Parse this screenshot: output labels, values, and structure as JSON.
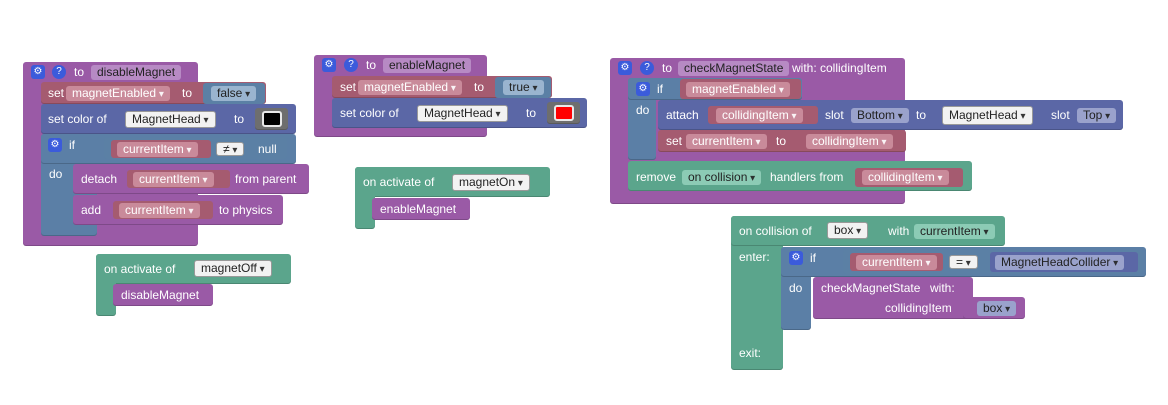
{
  "disable": {
    "header_to": "to",
    "name": "disableMagnet",
    "set1_set": "set",
    "set1_var": "magnetEnabled",
    "set1_to": "to",
    "set1_val": "false",
    "color_label": "set color of",
    "color_obj": "MagnetHead",
    "color_to": "to",
    "color_val": "#000000",
    "if_label": "if",
    "if_var": "currentItem",
    "if_op": "≠",
    "if_val": "null",
    "do_label": "do",
    "detach_label": "detach",
    "detach_var": "currentItem",
    "detach_suffix": "from parent",
    "add_label": "add",
    "add_var": "currentItem",
    "add_suffix": "to physics"
  },
  "enable": {
    "header_to": "to",
    "name": "enableMagnet",
    "set_label": "set",
    "set_var": "magnetEnabled",
    "set_to": "to",
    "set_val": "true",
    "color_label": "set color of",
    "color_obj": "MagnetHead",
    "color_to": "to",
    "color_val": "#ff0000"
  },
  "activate_on": {
    "label": "on activate of",
    "obj": "magnetOn",
    "call": "enableMagnet"
  },
  "activate_off": {
    "label": "on activate of",
    "obj": "magnetOff",
    "call": "disableMagnet"
  },
  "check": {
    "header_to": "to",
    "name": "checkMagnetState",
    "with_label": "with: collidingItem",
    "if_label": "if",
    "if_var": "magnetEnabled",
    "do_label": "do",
    "attach_label": "attach",
    "attach_var": "collidingItem",
    "slot_label": "slot",
    "slot_val": "Bottom",
    "to_label": "to",
    "target_obj": "MagnetHead",
    "slot2_label": "slot",
    "slot2_val": "Top",
    "set_label": "set",
    "set_var": "currentItem",
    "set_to": "to",
    "set_val": "collidingItem",
    "remove_label": "remove",
    "remove_dd": "on collision",
    "handlers_label": "handlers from",
    "handlers_var": "collidingItem"
  },
  "collision": {
    "label": "on collision of",
    "obj": "box",
    "with_label": "with",
    "with_var": "currentItem",
    "enter_label": "enter:",
    "if_label": "if",
    "if_var": "currentItem",
    "if_op": "=",
    "if_val": "MagnetHeadCollider",
    "do_label": "do",
    "call_label": "checkMagnetState",
    "call_with": "with:",
    "param_label": "collidingItem",
    "param_val": "box",
    "exit_label": "exit:"
  }
}
